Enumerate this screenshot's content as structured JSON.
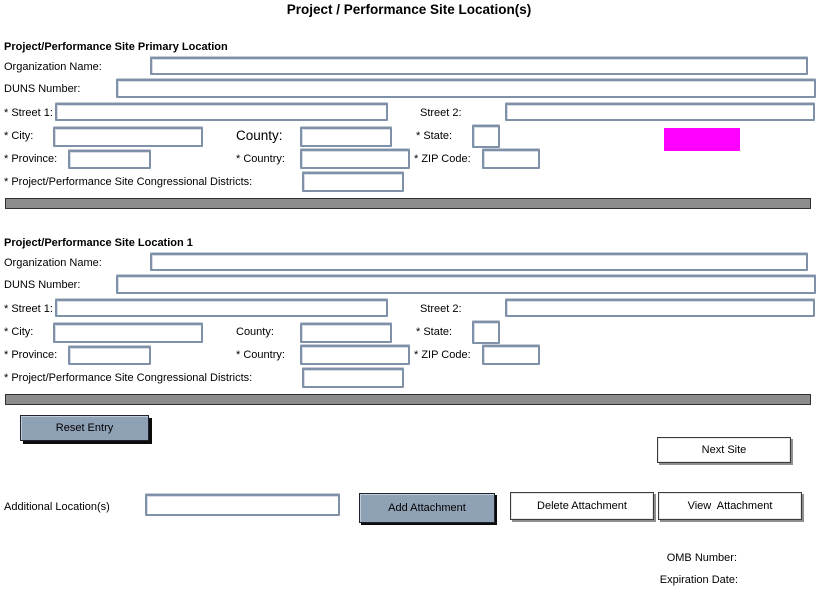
{
  "title": "Project / Performance Site Location(s)",
  "sections": [
    {
      "header": "Project/Performance Site Primary Location",
      "labels": {
        "org_name": "Organization Name:",
        "duns": "DUNS Number:",
        "street1": "* Street 1:",
        "street2": "Street 2:",
        "city": "* City:",
        "county": "County:",
        "state": "* State:",
        "province": "* Province:",
        "country": "* Country:",
        "zip": "* ZIP Code:",
        "congressional": "* Project/Performance Site Congressional Districts:"
      }
    },
    {
      "header": "Project/Performance Site Location 1",
      "labels": {
        "org_name": "Organization Name:",
        "duns": "DUNS Number:",
        "street1": "* Street 1:",
        "street2": "Street 2:",
        "city": "* City:",
        "county": "County:",
        "state": "* State:",
        "province": "* Province:",
        "country": "* Country:",
        "zip": "* ZIP Code:",
        "congressional": "* Project/Performance Site Congressional Districts:"
      }
    }
  ],
  "buttons": {
    "reset_entry": "Reset Entry",
    "next_site": "Next Site",
    "add_attachment": "Add Attachment",
    "delete_attachment": "Delete Attachment",
    "view_attachment": "View  Attachment"
  },
  "footer": {
    "additional_locations": "Additional Location(s)",
    "omb_number": "OMB Number:",
    "expiration_date": "Expiration Date:"
  },
  "colors": {
    "highlight": "#ff00ff",
    "button_blue": "#8fa1b5",
    "divider_gray": "#8c8c8c",
    "field_border": "#7e91a8"
  }
}
